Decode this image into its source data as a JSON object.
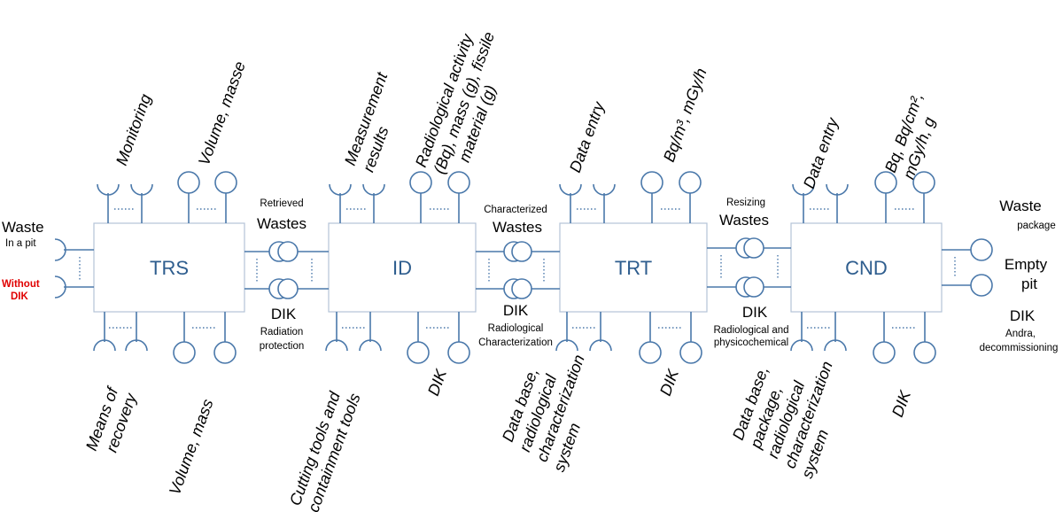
{
  "processes": [
    "TRS",
    "ID",
    "TRT",
    "CND"
  ],
  "top_labels": {
    "trs_controls": "Monitoring",
    "trs_outputs": "Volume, masse",
    "id_controls": [
      "Measurement",
      "results"
    ],
    "id_outputs": [
      "Radiological activity",
      "(Bq), mass (g), fissile",
      "material (g)"
    ],
    "trt_controls": "Data entry",
    "trt_outputs": "Bq/m³, mGy/h",
    "cnd_controls": "Data entry",
    "cnd_outputs": [
      "Bq, Bq/cm²,",
      "mGy/h, g"
    ]
  },
  "bottom_labels": {
    "trs_mechanisms": [
      "Means of",
      "recovery"
    ],
    "trs_resources": "Volume, mass",
    "id_mechanisms": [
      "Cutting tools and",
      "containment tools"
    ],
    "id_resources": "DIK",
    "trt_mechanisms": [
      "Data base,",
      "radiological",
      "characterization",
      "system"
    ],
    "trt_resources": "DIK",
    "cnd_mechanisms": [
      "Data base,",
      "package,",
      "radiological",
      "characterization",
      "system"
    ],
    "cnd_resources": "DIK"
  },
  "inputs": {
    "waste": "Waste",
    "in_pit": "In a pit",
    "without_dik": [
      "Without",
      "DIK"
    ]
  },
  "links": {
    "l1_top_small": "Retrieved",
    "l1_top_big": "Wastes",
    "l1_bot_big": "DIK",
    "l1_bot_small": [
      "Radiation",
      "protection"
    ],
    "l2_top_small": "Characterized",
    "l2_top_big": "Wastes",
    "l2_bot_big": "DIK",
    "l2_bot_small": [
      "Radiological",
      "Characterization"
    ],
    "l3_top_small": "Resizing",
    "l3_top_big": "Wastes",
    "l3_bot_big": "DIK",
    "l3_bot_small": [
      "Radiological and",
      "physicochemical"
    ]
  },
  "outputs": {
    "waste": "Waste",
    "package": "package",
    "empty": "Empty",
    "pit": "pit",
    "dik": "DIK",
    "andra": [
      "Andra,",
      "decommissioning"
    ]
  },
  "colors": {
    "accent": "#4a78aa",
    "process_text": "#2e5d8e",
    "box_border": "#b4c3d7",
    "warning": "#e00000"
  }
}
